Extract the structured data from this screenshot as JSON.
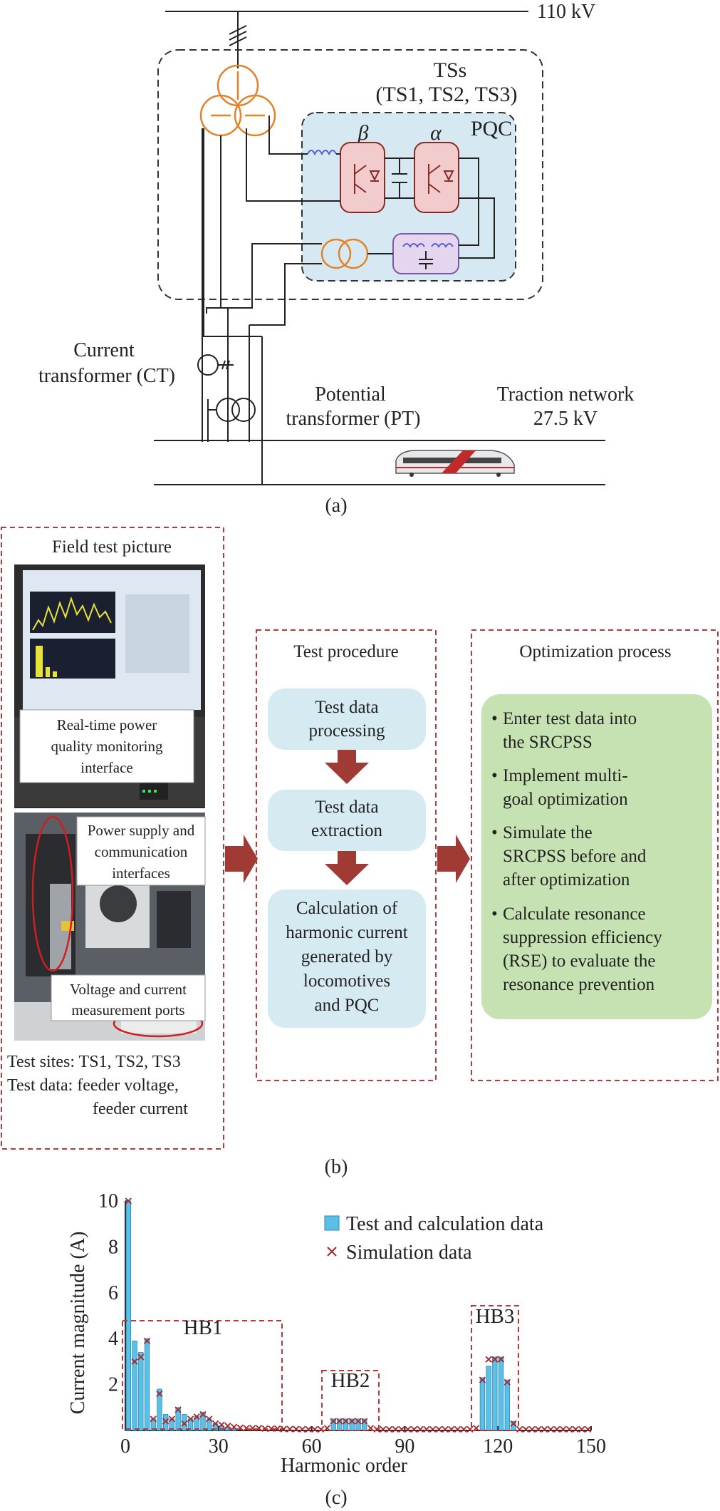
{
  "panel_a": {
    "caption": "(a)",
    "bus_label": "110 kV",
    "ts_label_1": "TSs",
    "ts_label_2": "(TS1, TS2, TS3)",
    "pqc_label": "PQC",
    "beta_label": "β",
    "alpha_label": "α",
    "ct_label_1": "Current",
    "ct_label_2": "transformer (CT)",
    "pt_label_1": "Potential",
    "pt_label_2": "transformer (PT)",
    "network_label_1": "Traction network",
    "network_label_2": "27.5 kV"
  },
  "panel_b": {
    "caption": "(b)",
    "field": {
      "title": "Field test picture",
      "callout_1": [
        "Real-time power",
        "quality monitoring",
        "interface"
      ],
      "callout_2": [
        "Power supply and",
        "communication",
        "interfaces"
      ],
      "callout_3": [
        "Voltage and current",
        "measurement ports"
      ],
      "sites": "Test sites: TS1, TS2, TS3",
      "data_1": "Test data: feeder voltage,",
      "data_2": "feeder current"
    },
    "procedure": {
      "title": "Test procedure",
      "step_1": [
        "Test data",
        "processing"
      ],
      "step_2": [
        "Test data",
        "extraction"
      ],
      "step_3": [
        "Calculation of",
        "harmonic current",
        "generated by",
        "locomotives",
        "and PQC"
      ]
    },
    "optimization": {
      "title": "Optimization process",
      "bullets": [
        [
          "Enter test data into",
          "the SRCPSS"
        ],
        [
          "Implement multi-",
          "goal optimization"
        ],
        [
          "Simulate the",
          "SRCPSS before and",
          "after optimization"
        ],
        [
          "Calculate resonance",
          "suppression efficiency",
          "(RSE) to evaluate the",
          "resonance prevention"
        ]
      ]
    }
  },
  "panel_c": {
    "caption": "(c)",
    "hb1": "HB1",
    "hb2": "HB2",
    "hb3": "HB3"
  },
  "chart_data": {
    "type": "bar",
    "xlabel": "Harmonic order",
    "ylabel": "Current magnitude (A)",
    "xlim": [
      0,
      150
    ],
    "ylim": [
      0,
      10
    ],
    "xticks": [
      "0",
      "30",
      "60",
      "90",
      "120",
      "150"
    ],
    "yticks": [
      "10",
      "8",
      "6",
      "4",
      "2"
    ],
    "legend_position": "top-right",
    "series": [
      {
        "name": "Test and calculation data",
        "kind": "bar",
        "color": "#5bc0e8",
        "points": [
          [
            1,
            10
          ],
          [
            3,
            3.9
          ],
          [
            5,
            3.4
          ],
          [
            7,
            4.0
          ],
          [
            9,
            0.5
          ],
          [
            11,
            1.8
          ],
          [
            13,
            0.7
          ],
          [
            15,
            0.5
          ],
          [
            17,
            1.0
          ],
          [
            19,
            0.7
          ],
          [
            21,
            0.5
          ],
          [
            23,
            0.6
          ],
          [
            25,
            0.8
          ],
          [
            27,
            0.5
          ],
          [
            29,
            0.3
          ],
          [
            31,
            0.2
          ],
          [
            33,
            0.15
          ],
          [
            35,
            0.1
          ],
          [
            67,
            0.5
          ],
          [
            69,
            0.5
          ],
          [
            71,
            0.5
          ],
          [
            73,
            0.5
          ],
          [
            75,
            0.5
          ],
          [
            77,
            0.5
          ],
          [
            115,
            2.3
          ],
          [
            117,
            2.8
          ],
          [
            119,
            3.2
          ],
          [
            121,
            3.2
          ],
          [
            123,
            2.2
          ],
          [
            125,
            0.4
          ]
        ]
      },
      {
        "name": "Simulation data",
        "kind": "scatter",
        "marker": "x",
        "color": "#a0282d",
        "points": [
          [
            1,
            10
          ],
          [
            3,
            3.0
          ],
          [
            5,
            3.2
          ],
          [
            7,
            3.9
          ],
          [
            9,
            0.5
          ],
          [
            11,
            1.6
          ],
          [
            13,
            0.4
          ],
          [
            15,
            0.5
          ],
          [
            17,
            0.9
          ],
          [
            19,
            0.3
          ],
          [
            21,
            0.5
          ],
          [
            23,
            0.6
          ],
          [
            25,
            0.7
          ],
          [
            27,
            0.5
          ],
          [
            29,
            0.3
          ],
          [
            31,
            0.25
          ],
          [
            33,
            0.2
          ],
          [
            35,
            0.15
          ],
          [
            37,
            0.12
          ],
          [
            39,
            0.1
          ],
          [
            41,
            0.1
          ],
          [
            43,
            0.1
          ],
          [
            45,
            0.08
          ],
          [
            47,
            0.08
          ],
          [
            49,
            0.08
          ],
          [
            51,
            0.06
          ],
          [
            53,
            0.06
          ],
          [
            55,
            0.06
          ],
          [
            57,
            0.05
          ],
          [
            59,
            0.05
          ],
          [
            61,
            0.05
          ],
          [
            63,
            0.05
          ],
          [
            65,
            0.1
          ],
          [
            67,
            0.4
          ],
          [
            69,
            0.4
          ],
          [
            71,
            0.4
          ],
          [
            73,
            0.4
          ],
          [
            75,
            0.4
          ],
          [
            77,
            0.4
          ],
          [
            79,
            0.1
          ],
          [
            81,
            0.05
          ],
          [
            83,
            0.05
          ],
          [
            85,
            0.05
          ],
          [
            87,
            0.05
          ],
          [
            89,
            0.05
          ],
          [
            91,
            0.05
          ],
          [
            93,
            0.05
          ],
          [
            95,
            0.05
          ],
          [
            97,
            0.05
          ],
          [
            99,
            0.05
          ],
          [
            101,
            0.05
          ],
          [
            103,
            0.05
          ],
          [
            105,
            0.05
          ],
          [
            107,
            0.05
          ],
          [
            109,
            0.05
          ],
          [
            111,
            0.05
          ],
          [
            113,
            0.1
          ],
          [
            115,
            2.2
          ],
          [
            117,
            3.1
          ],
          [
            119,
            3.1
          ],
          [
            121,
            3.1
          ],
          [
            123,
            2.1
          ],
          [
            125,
            0.3
          ],
          [
            127,
            0.05
          ],
          [
            129,
            0.05
          ],
          [
            131,
            0.05
          ],
          [
            133,
            0.05
          ],
          [
            135,
            0.05
          ],
          [
            137,
            0.05
          ],
          [
            139,
            0.05
          ],
          [
            141,
            0.05
          ],
          [
            143,
            0.05
          ],
          [
            145,
            0.05
          ],
          [
            147,
            0.05
          ],
          [
            149,
            0.05
          ]
        ]
      }
    ]
  }
}
